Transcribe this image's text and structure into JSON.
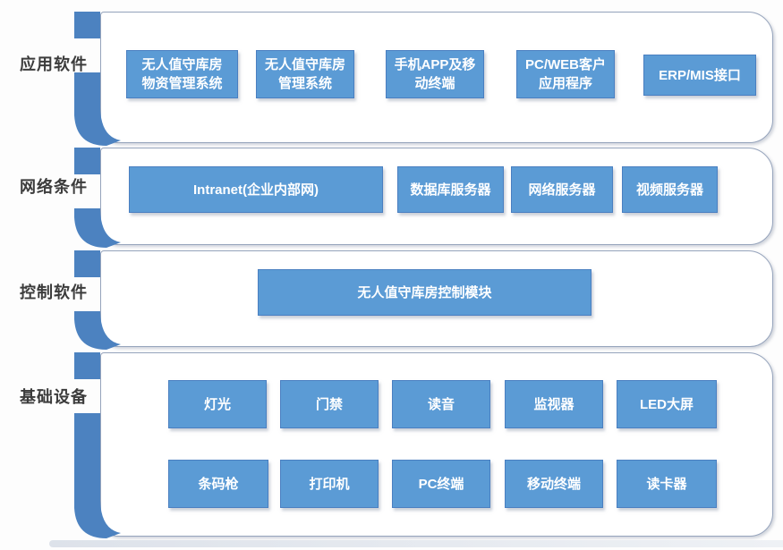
{
  "diagram": {
    "type": "layered-architecture",
    "colors": {
      "node_fill": "#5b9bd5",
      "node_border": "#4a7fc1",
      "bracket_fill": "#4c82c0",
      "band_border": "#96a4bc",
      "band_fill": "#ffffff",
      "label_text": "#3c3c3c",
      "node_text": "#ffffff"
    },
    "bands": [
      {
        "label": "应用软件",
        "boxes": [
          {
            "label": "无人值守库房\n物资管理系统"
          },
          {
            "label": "无人值守库房\n管理系统"
          },
          {
            "label": "手机APP及移\n动终端"
          },
          {
            "label": "PC/WEB客户\n应用程序"
          },
          {
            "label": "ERP/MIS接口"
          }
        ]
      },
      {
        "label": "网络条件",
        "boxes": [
          {
            "label": "Intranet(企业内部网)"
          },
          {
            "label": "数据库服务器"
          },
          {
            "label": "网络服务器"
          },
          {
            "label": "视频服务器"
          }
        ]
      },
      {
        "label": "控制软件",
        "boxes": [
          {
            "label": "无人值守库房控制模块"
          }
        ]
      },
      {
        "label": "基础设备",
        "boxes": [
          {
            "label": "灯光"
          },
          {
            "label": "门禁"
          },
          {
            "label": "读音"
          },
          {
            "label": "监视器"
          },
          {
            "label": "LED大屏"
          },
          {
            "label": "条码枪"
          },
          {
            "label": "打印机"
          },
          {
            "label": "PC终端"
          },
          {
            "label": "移动终端"
          },
          {
            "label": "读卡器"
          }
        ]
      }
    ]
  }
}
